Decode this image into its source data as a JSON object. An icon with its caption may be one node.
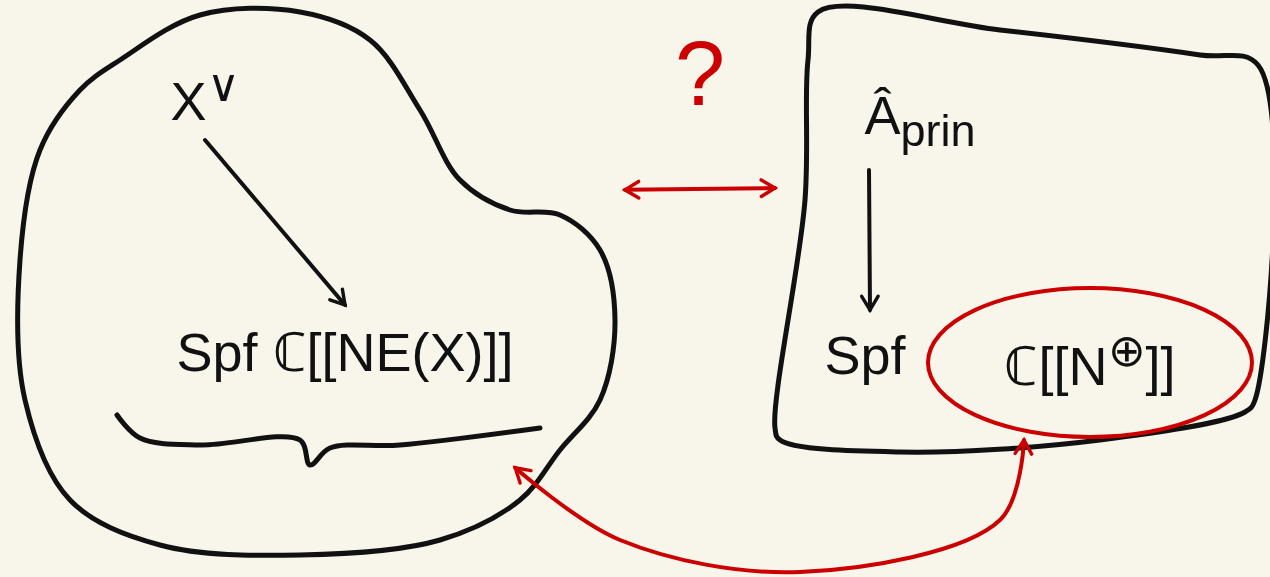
{
  "diagram": {
    "nodes": [
      {
        "text": [],
        "shape": "cloud"
      },
      {
        "text": [
          "X$^{∨}$"
        ],
        "in": 0
      },
      {
        "text": [
          "Spf ℂ[[NE(X)]]"
        ],
        "in": 0
      },
      {
        "text": [],
        "shape": "box"
      },
      {
        "text": [
          "Â$_{prin}$"
        ],
        "in": 3
      },
      {
        "text": [
          "Spf"
        ],
        "in": 3
      },
      {
        "text": [
          "ℂ[[N$^{⊕}$]]"
        ],
        "in": 3
      }
    ],
    "edges": [
      {
        "from": 1,
        "to": 2,
        "arrow": "to"
      },
      {
        "from": 4,
        "to": 5,
        "arrow": "to"
      },
      {
        "from": 0,
        "to": 3,
        "arrow": "both",
        "label": "?",
        "color": "#cc0000"
      },
      {
        "from": 6,
        "to": 0,
        "arrow": "both",
        "color": "#cc0000"
      }
    ]
  }
}
